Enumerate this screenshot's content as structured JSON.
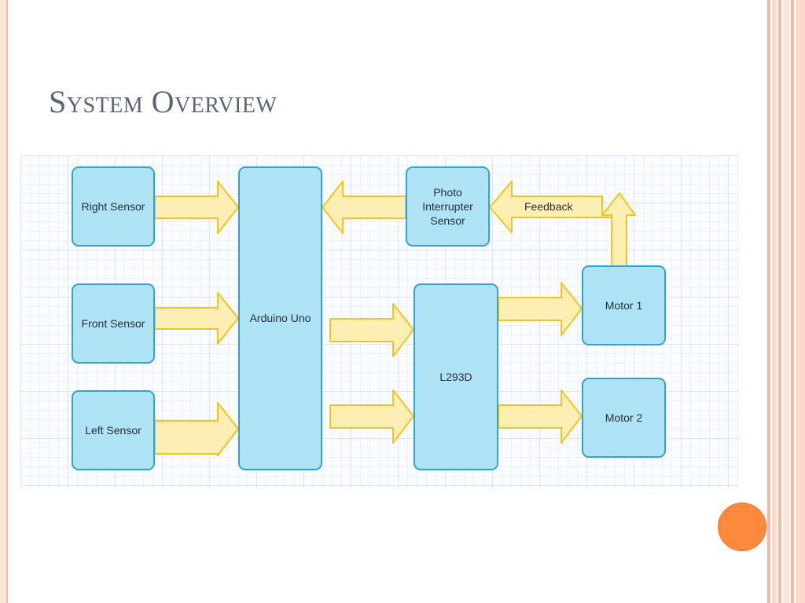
{
  "slide": {
    "title": "System Overview"
  },
  "diagram": {
    "nodes": {
      "right_sensor": "Right Sensor",
      "front_sensor": "Front Sensor",
      "left_sensor": "Left Sensor",
      "arduino": "Arduino Uno",
      "photo_interrupter": "Photo Interrupter\nSensor",
      "l293d": "L293D",
      "motor1": "Motor 1",
      "motor2": "Motor 2"
    },
    "edge_labels": {
      "feedback": "Feedback"
    }
  },
  "colors": {
    "box_fill": "#aee3f6",
    "box_border": "#2ea4d4",
    "arrow_fill": "#fdefb3",
    "arrow_stroke": "#f5c518",
    "accent_dot": "#ff8a3d",
    "title": "#5a6473"
  }
}
